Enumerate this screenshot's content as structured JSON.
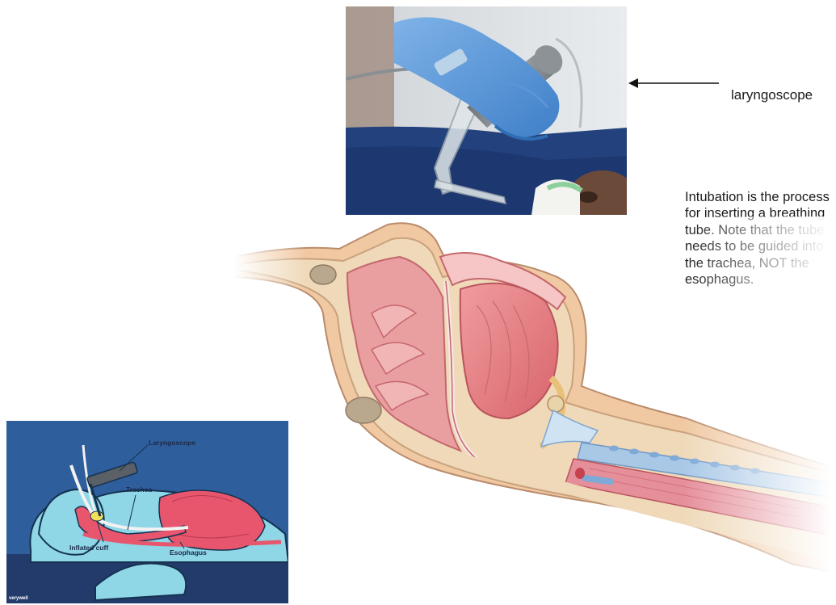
{
  "photo": {
    "icon": "laryngoscope-photo"
  },
  "callout": {
    "label": "laryngoscope"
  },
  "note": {
    "text": "Intubation is the process for inserting a breathing tube. Note that  the tube needs to be guided into the trachea, NOT the esophagus."
  },
  "inset": {
    "labels": {
      "laryngoscope": "Laryngoscope",
      "trachea": "Trachea",
      "inflated_cuff": "Inflated cuff",
      "esophagus": "Esophagus"
    },
    "watermark": "verywell"
  },
  "colors": {
    "inset_background": "#2f5e9c",
    "body_light_blue": "#8fd6e6",
    "organ_pink": "#e8566e",
    "tissue_pink": "#e9a2a4",
    "trachea_blue": "#a9c8e6"
  }
}
